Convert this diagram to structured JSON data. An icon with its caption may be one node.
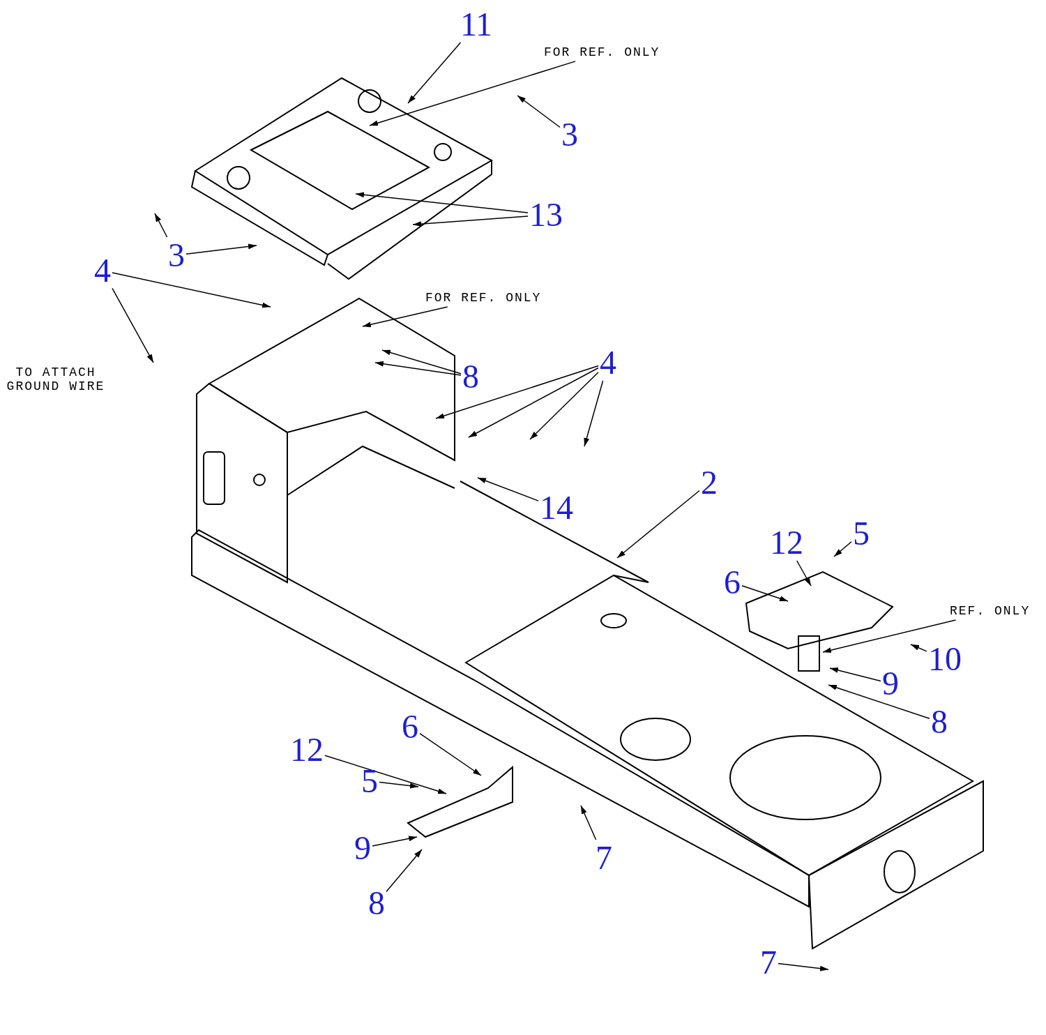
{
  "diagram": {
    "nodes": [
      {
        "text": [
          "11"
        ]
      },
      {
        "text": [
          "FOR REF. ONLY"
        ]
      },
      {
        "text": [
          "3"
        ]
      },
      {
        "text": [
          "13"
        ]
      },
      {
        "text": [
          "3"
        ]
      },
      {
        "text": [
          "4"
        ]
      },
      {
        "text": [
          "FOR REF. ONLY"
        ]
      },
      {
        "text": [
          "8"
        ]
      },
      {
        "text": [
          "4"
        ]
      },
      {
        "text": [
          "2"
        ]
      },
      {
        "text": [
          "14"
        ]
      },
      {
        "text": [
          "12"
        ]
      },
      {
        "text": [
          "5"
        ]
      },
      {
        "text": [
          "6"
        ]
      },
      {
        "text": [
          "REF. ONLY"
        ]
      },
      {
        "text": [
          "10"
        ]
      },
      {
        "text": [
          "9"
        ]
      },
      {
        "text": [
          "8"
        ]
      },
      {
        "text": [
          "6"
        ]
      },
      {
        "text": [
          "12"
        ]
      },
      {
        "text": [
          "5"
        ]
      },
      {
        "text": [
          "9"
        ]
      },
      {
        "text": [
          "8"
        ]
      },
      {
        "text": [
          "7"
        ]
      },
      {
        "text": [
          "7"
        ]
      }
    ],
    "edges": [
      {
        "from": 0,
        "to": null,
        "arrow": "to"
      },
      {
        "from": 1,
        "to": null,
        "arrow": "to"
      },
      {
        "from": 2,
        "to": null,
        "arrow": "to"
      },
      {
        "from": 3,
        "to": null,
        "arrow": "to"
      },
      {
        "from": 3,
        "to": null,
        "arrow": "to"
      },
      {
        "from": 4,
        "to": null,
        "arrow": "to"
      },
      {
        "from": 4,
        "to": null,
        "arrow": "to"
      },
      {
        "from": 5,
        "to": null,
        "arrow": "to"
      },
      {
        "from": 5,
        "to": null,
        "arrow": "to"
      },
      {
        "from": 6,
        "to": null,
        "arrow": "to"
      },
      {
        "from": 7,
        "to": null,
        "arrow": "to"
      },
      {
        "from": 7,
        "to": null,
        "arrow": "to"
      },
      {
        "from": 8,
        "to": null,
        "arrow": "to"
      },
      {
        "from": 8,
        "to": null,
        "arrow": "to"
      },
      {
        "from": 8,
        "to": null,
        "arrow": "to"
      },
      {
        "from": 8,
        "to": null,
        "arrow": "to"
      },
      {
        "from": 9,
        "to": null,
        "arrow": "to"
      },
      {
        "from": 10,
        "to": null,
        "arrow": "to"
      },
      {
        "from": 11,
        "to": null,
        "arrow": "to"
      },
      {
        "from": 12,
        "to": null,
        "arrow": "to"
      },
      {
        "from": 13,
        "to": null,
        "arrow": "to"
      },
      {
        "from": 14,
        "to": null,
        "arrow": "to"
      },
      {
        "from": 15,
        "to": null,
        "arrow": "to"
      },
      {
        "from": 16,
        "to": null,
        "arrow": "to"
      },
      {
        "from": 17,
        "to": null,
        "arrow": "to"
      },
      {
        "from": 18,
        "to": null,
        "arrow": "to"
      },
      {
        "from": 19,
        "to": null,
        "arrow": "to"
      },
      {
        "from": 20,
        "to": null,
        "arrow": "to"
      },
      {
        "from": 21,
        "to": null,
        "arrow": "to"
      },
      {
        "from": 22,
        "to": null,
        "arrow": "to"
      },
      {
        "from": 23,
        "to": null,
        "arrow": "to"
      },
      {
        "from": 24,
        "to": null,
        "arrow": "to"
      }
    ],
    "labels": [
      "TO ATTACH GROUND WIRE"
    ]
  }
}
